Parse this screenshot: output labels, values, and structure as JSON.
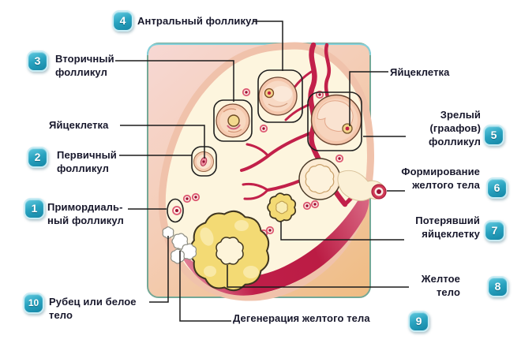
{
  "colors": {
    "badge_teal": "#29a3c0",
    "badge_border": "#c9ecf4",
    "label_text": "#17172b",
    "callout_line": "#1b1b1b",
    "panel_pink": "#f6d7d2",
    "panel_peach": "#efbc82",
    "panel_border": "#74a896",
    "ovary_cream": "#fdf5de",
    "ovary_rim": "#f0c2ab",
    "vessel_red": "#c2204a",
    "crescent_red": "#bf1e49",
    "corpus_yellow": "#f3da74",
    "white_body": "#ffffff"
  },
  "steps": {
    "primordial": {
      "num": "1",
      "line1": "Примордиаль-",
      "line2": "ный фолликул"
    },
    "primary": {
      "num": "2",
      "line1": "Первичный",
      "line2": "фолликул"
    },
    "secondary": {
      "num": "3",
      "line1": "Вторичный",
      "line2": "фолликул"
    },
    "antral": {
      "num": "4",
      "line1": "Антральный фолликул"
    },
    "graafian": {
      "num": "5",
      "line1": "Зрелый",
      "line2": "(граафов)",
      "line3": "фолликул"
    },
    "forming": {
      "num": "6",
      "line1": "Формирование",
      "line2": "желтого тела"
    },
    "lost": {
      "num": "7",
      "line1": "Потерявший",
      "line2": "яйцеклетку"
    },
    "corpus": {
      "num": "8",
      "line1": "Желтое",
      "line2": "тело"
    },
    "degeneration": {
      "num": "9",
      "line1": "Дегенерация желтого тела"
    },
    "scar": {
      "num": "10",
      "line1": "Рубец или белое",
      "line2": "тело"
    }
  },
  "annotations": {
    "egg_left": "Яйцеклетка",
    "egg_right": "Яйцеклетка"
  },
  "icons": {
    "panel": "ovary-panel",
    "ovary": "ovary-body-icon",
    "vessels": "blood-vessels-icon",
    "primordial": "primordial-follicle-icon",
    "primary": "primary-follicle-icon",
    "secondary": "secondary-follicle-icon",
    "antral": "antral-follicle-icon",
    "graafian": "graafian-follicle-icon",
    "ruptured": "ruptured-follicle-icon",
    "released_egg": "released-egg-icon",
    "corpus_luteum": "corpus-luteum-icon",
    "degenerating_corpus": "degenerating-corpus-icon",
    "white_body": "white-body-icon"
  }
}
